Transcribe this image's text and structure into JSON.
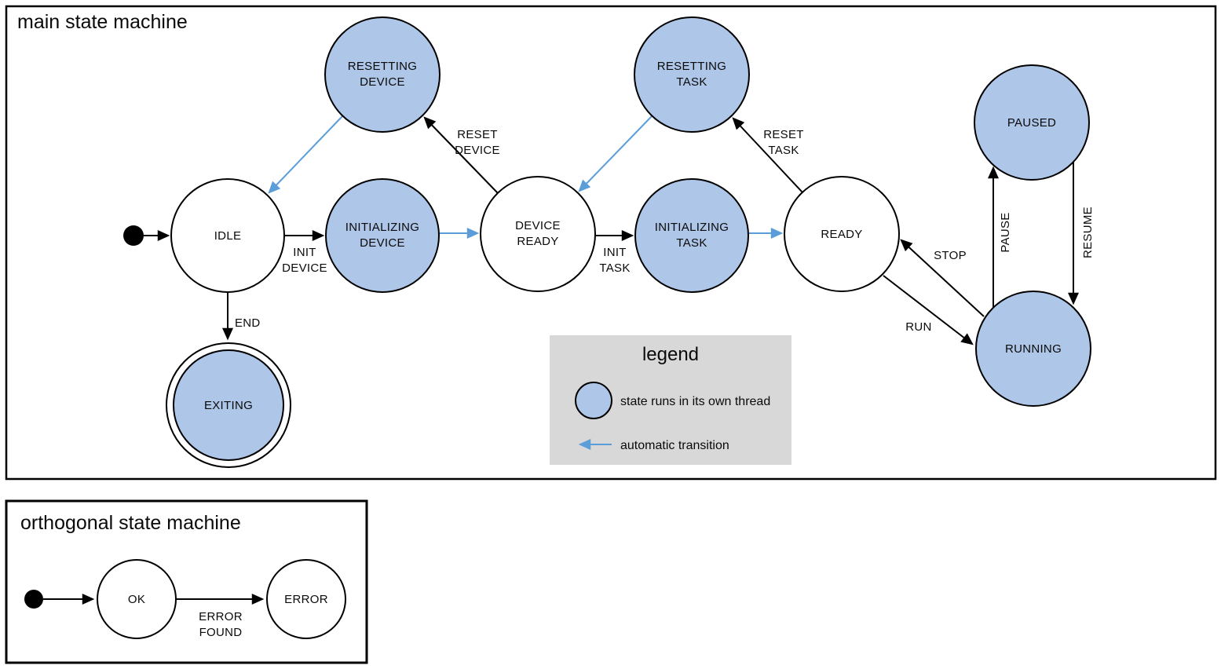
{
  "colors": {
    "thread_state_fill": "#aec6e8",
    "auto_transition_blue": "#5b9dd9",
    "legend_bg": "#d8d8d8",
    "diagram_stroke": "#000000"
  },
  "main_machine": {
    "title": "main state machine",
    "states": {
      "idle": {
        "label": "IDLE"
      },
      "resetting_device": {
        "line1": "RESETTING",
        "line2": "DEVICE"
      },
      "initializing_device": {
        "line1": "INITIALIZING",
        "line2": "DEVICE"
      },
      "device_ready": {
        "line1": "DEVICE",
        "line2": "READY"
      },
      "resetting_task": {
        "line1": "RESETTING",
        "line2": "TASK"
      },
      "initializing_task": {
        "line1": "INITIALIZING",
        "line2": "TASK"
      },
      "ready": {
        "label": "READY"
      },
      "paused": {
        "label": "PAUSED"
      },
      "running": {
        "label": "RUNNING"
      },
      "exiting": {
        "label": "EXITING"
      }
    },
    "transitions": {
      "init_device": {
        "line1": "INIT",
        "line2": "DEVICE"
      },
      "reset_device": {
        "line1": "RESET",
        "line2": "DEVICE"
      },
      "init_task": {
        "line1": "INIT",
        "line2": "TASK"
      },
      "reset_task": {
        "line1": "RESET",
        "line2": "TASK"
      },
      "end": {
        "label": "END"
      },
      "stop": {
        "label": "STOP"
      },
      "run": {
        "label": "RUN"
      },
      "pause": {
        "label": "PAUSE"
      },
      "resume": {
        "label": "RESUME"
      }
    }
  },
  "legend": {
    "title": "legend",
    "items": {
      "thread_state": "state runs in its own thread",
      "auto_transition": "automatic transition"
    }
  },
  "orthogonal_machine": {
    "title": "orthogonal state machine",
    "states": {
      "ok": {
        "label": "OK"
      },
      "error": {
        "label": "ERROR"
      }
    },
    "transitions": {
      "error_found": {
        "line1": "ERROR",
        "line2": "FOUND"
      }
    }
  }
}
